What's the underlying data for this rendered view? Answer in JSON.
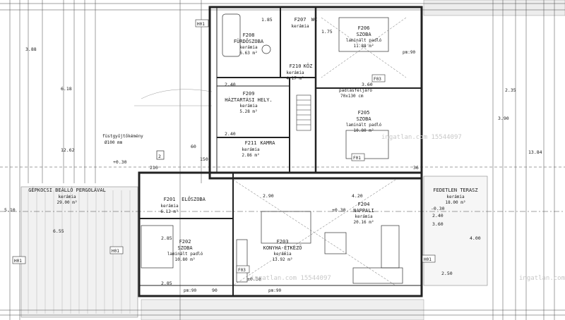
{
  "rooms": [
    {
      "id": "F208",
      "name": "FÜRDŐSZOBA",
      "floor": "kerámia",
      "area": "6.63 m²"
    },
    {
      "id": "F207",
      "name": "WC",
      "floor": "kerámia",
      "area": ""
    },
    {
      "id": "F206",
      "name": "SZOBA",
      "floor": "laminált padló",
      "area": "11.88 m²"
    },
    {
      "id": "F210",
      "name": "KÖZ",
      "floor": "kerámia",
      "area": "4.17 m²"
    },
    {
      "id": "F209",
      "name": "HÁZTARTÁSI HELY.",
      "floor": "kerámia",
      "area": "5.28 m²"
    },
    {
      "id": "F205",
      "name": "SZOBA",
      "floor": "laminált padló",
      "area": "10.80 m²"
    },
    {
      "id": "F211",
      "name": "KAMRA",
      "floor": "kerámia",
      "area": "2.86 m²"
    },
    {
      "id": "F201",
      "name": "ELŐSZOBA",
      "floor": "kerámia",
      "area": "6.12 m²"
    },
    {
      "id": "F204",
      "name": "NAPPALI",
      "floor": "kerámia",
      "area": "20.16 m²"
    },
    {
      "id": "F202",
      "name": "SZOBA",
      "floor": "laminált padló",
      "area": "10.80 m²"
    },
    {
      "id": "F203",
      "name": "KONYHA-ÉTKEZŐ",
      "floor": "kerámia",
      "area": "13.92 m²"
    }
  ],
  "outdoor": [
    {
      "name": "GÉPKOCSI BEÁLLÓ PERGOLÁVAL",
      "floor": "kerámia",
      "area": "29.00 m²"
    },
    {
      "name": "FEDETLEN TERASZ",
      "floor": "kerámia",
      "area": "18.00 m²"
    }
  ],
  "notes": {
    "attic": "padlásfeljáró",
    "attic_size": "70x130 cm",
    "chimney": "füstgyűjtőkémény",
    "chimney_d": "Ø100 mm",
    "level_1": "+0.30",
    "level_2": "±0.30",
    "level_3": "±0.30",
    "level_4": "-0.30",
    "marker_2": "2"
  },
  "tags": {
    "h01": "H01",
    "f01": "F01",
    "f03": "F03",
    "pm90": "pm:90"
  },
  "dimensions": {
    "top_a": "1.85",
    "top_b": "1.75",
    "top_c": "3.60",
    "top_d": "2.40",
    "top_e": "2.40",
    "top_f": "2.85",
    "mid_a": "2.90",
    "mid_b": "4.20",
    "mid_c": "2.50",
    "mid_d": "3.60",
    "left_a": "3.88",
    "left_b": "6.18",
    "left_c": "12.62",
    "left_d": "5.10",
    "left_e": "6.55",
    "right_a": "2.35",
    "right_b": "3.90",
    "right_c": "13.84",
    "right_d": "4.00",
    "right_e": "2.40",
    "bot_a": "2.85",
    "bot_b": "90",
    "bot_c": "210",
    "small_a": "60",
    "small_b": "150",
    "small_c": "36"
  },
  "watermarks": [
    "ingatlan.com 15544097",
    "ingatlan.com 15544097",
    "ingatlan.com"
  ]
}
